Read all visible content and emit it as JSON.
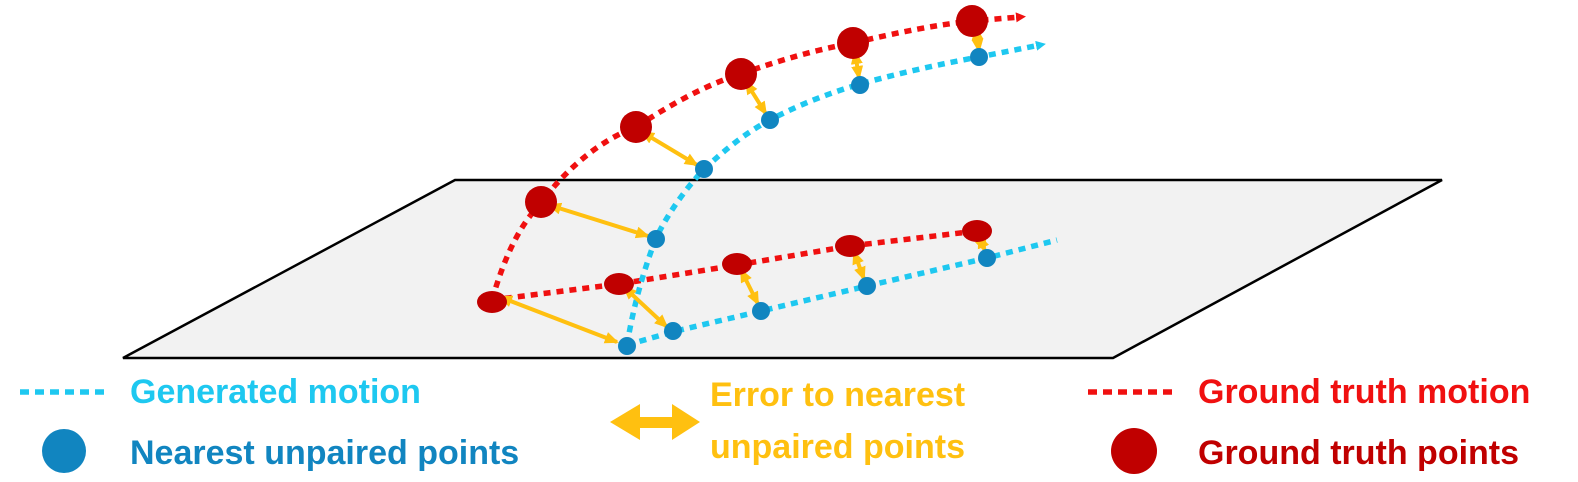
{
  "colors": {
    "generated": "#1EC8F0",
    "nearest": "#1185C0",
    "error": "#FFC010",
    "ground_truth_motion": "#F01010",
    "ground_truth_points": "#C00000",
    "plane_fill": "#F2F2F2",
    "plane_stroke": "#000000"
  },
  "legend": {
    "generated_motion": "Generated motion",
    "nearest_unpaired_points": "Nearest unpaired points",
    "error_line1": "Error to nearest",
    "error_line2": "unpaired points",
    "ground_truth_motion": "Ground truth motion",
    "ground_truth_points": "Ground truth points"
  },
  "icons": {
    "generated_line": "dotted-line-icon",
    "nearest_dot": "circle-icon",
    "error_arrow": "double-arrow-icon",
    "gt_line": "dotted-line-icon",
    "gt_dot": "circle-icon"
  }
}
